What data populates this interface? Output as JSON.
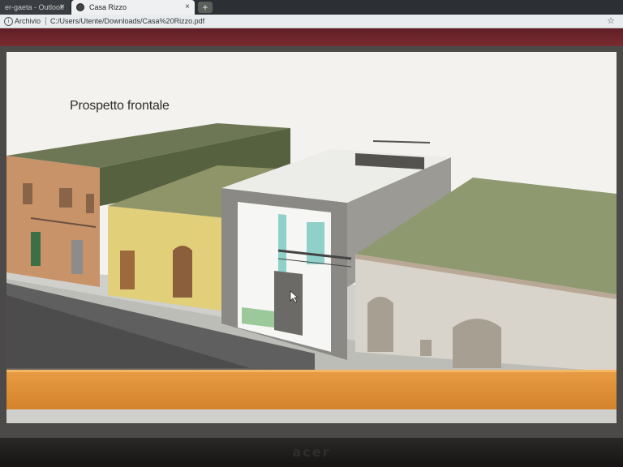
{
  "browser": {
    "tabs": [
      {
        "label": "er-gaeta - Outlook",
        "close": "×",
        "active": false
      },
      {
        "label": "Casa Rizzo",
        "close": "×",
        "active": true
      }
    ],
    "newtab": "+",
    "address": {
      "label": "Archivio",
      "url": "C:/Users/Utente/Downloads/Casa%20Rizzo.pdf",
      "star": "☆"
    }
  },
  "slide": {
    "title": "Prospetto frontale"
  },
  "monitor": {
    "brand": "acer"
  },
  "colors": {
    "pdf_toolbar": "#7a2b31",
    "band": "#d4822c"
  }
}
